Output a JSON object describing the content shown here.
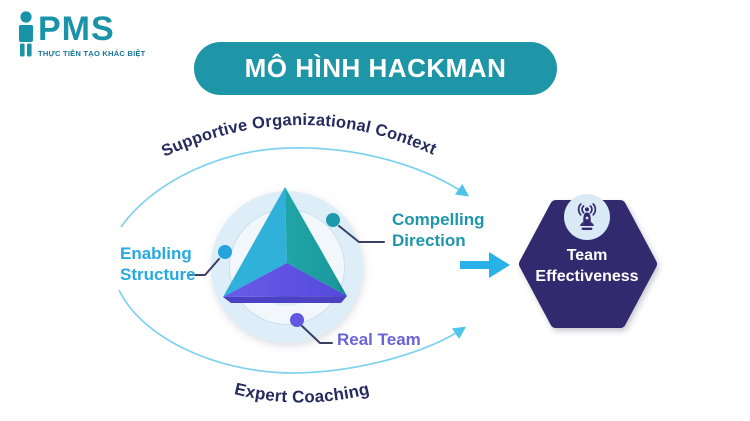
{
  "logo": {
    "brand": "PMS",
    "tagline": "THỰC TIỄN TẠO KHÁC BIỆT"
  },
  "title": "MÔ HÌNH HACKMAN",
  "diagram": {
    "context_arc_top": "Supportive Organizational Context",
    "context_arc_bottom": "Expert Coaching",
    "factors": {
      "enabling_structure": {
        "line1": "Enabling",
        "line2": "Structure"
      },
      "compelling_direction": {
        "line1": "Compelling",
        "line2": "Direction"
      },
      "real_team": {
        "label": "Real Team"
      }
    },
    "outcome": {
      "line1": "Team",
      "line2": "Effectiveness"
    }
  },
  "icons": {
    "logo_mark": "person-icon",
    "outcome_badge": "broadcast-beacon-icon"
  },
  "colors": {
    "banner_teal": "#1e96a8",
    "navy_text": "#262b5f",
    "cyan_label": "#29a9e1",
    "teal_label": "#1e97ac",
    "purple_label": "#6b63d8",
    "arc_line": "#7fd2ef",
    "arrow_cyan": "#29b2e8",
    "hexagon_purple": "#332a6e",
    "circle_bg": "#ddeef8",
    "pyramid_left": "#2fb1d9",
    "pyramid_right": "#1b9a9d",
    "pyramid_bottom": "#5b51e0",
    "connector_navy": "#3a3f63",
    "dot_blue": "#25a3e0",
    "dot_teal": "#1b9aab",
    "dot_purple": "#6157e2"
  }
}
